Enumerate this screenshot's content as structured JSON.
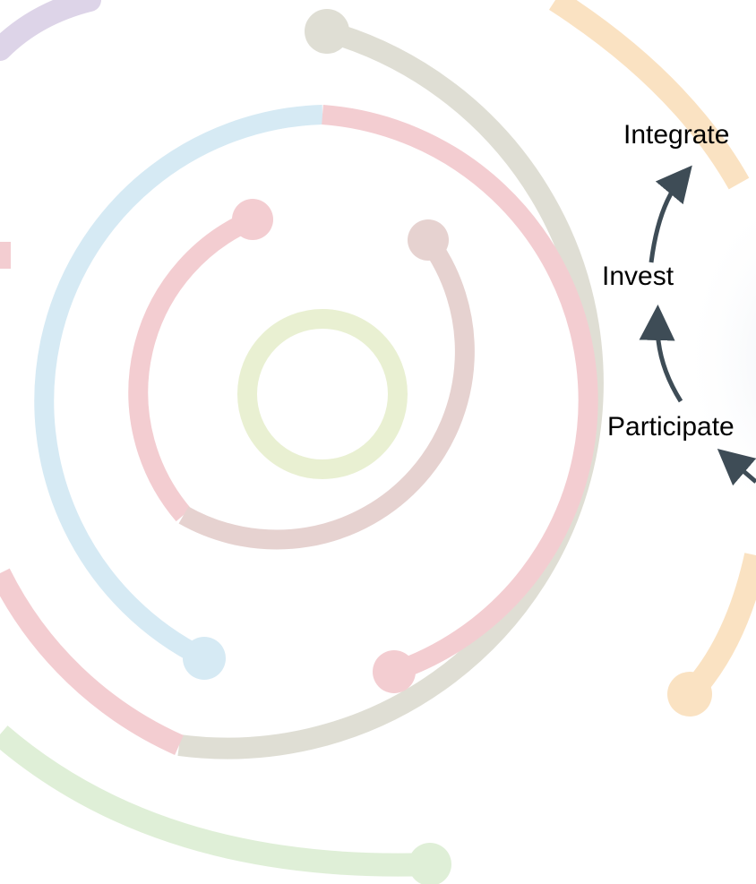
{
  "labels": {
    "integrate": "Integrate",
    "invest": "Invest",
    "participate": "Participate"
  },
  "colors": {
    "arrow": "#3e4c56",
    "arc_grey": "#dfded4",
    "arc_pink": "#f3cdd1",
    "arc_blue": "#d6eaf4",
    "arc_rose_grey": "#e6d2d0",
    "arc_orange": "#fae2c2",
    "arc_green": "#dfefd7",
    "arc_purple": "#ddd4e8",
    "ring_lime": "#e9f0d2"
  },
  "diagram": {
    "type": "process-cycle",
    "steps": [
      "Participate",
      "Invest",
      "Integrate"
    ],
    "flow": "Participate → Invest → Integrate"
  }
}
